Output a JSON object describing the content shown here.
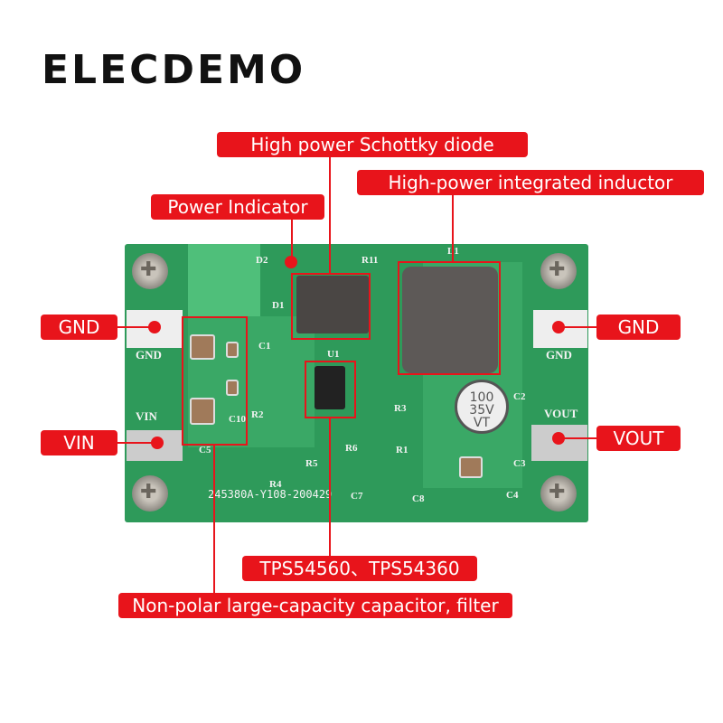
{
  "brand": "ELECDEMO",
  "callouts": {
    "schottky": "High power Schottky diode",
    "inductor": "High-power integrated inductor",
    "indicator": "Power Indicator",
    "gnd_left": "GND",
    "vin": "VIN",
    "gnd_right": "GND",
    "vout": "VOUT",
    "ic": "TPS54560、TPS54360",
    "capacitor": "Non-polar large-capacity capacitor, filter"
  },
  "board": {
    "silk_gnd_left": "GND",
    "silk_vin": "VIN",
    "silk_gnd_right": "GND",
    "silk_vout": "VOUT",
    "part_number": "245380A-Y108-200429",
    "d1": "D1",
    "d2": "D2",
    "r11": "R11",
    "l1": "L1",
    "c1": "C1",
    "u1": "U1",
    "c2": "C2",
    "c3": "C3",
    "c4": "C4",
    "c5": "C5",
    "c10": "C10",
    "r2": "R2",
    "r3": "R3",
    "r4": "R4",
    "r5": "R5",
    "r6": "R6",
    "r1": "R1",
    "c7": "C7",
    "c8": "C8",
    "ecap_line1": "100",
    "ecap_line2": "35V",
    "ecap_line3": "VT"
  },
  "colors": {
    "accent": "#e8141b",
    "pcb": "#2e9a5a"
  }
}
